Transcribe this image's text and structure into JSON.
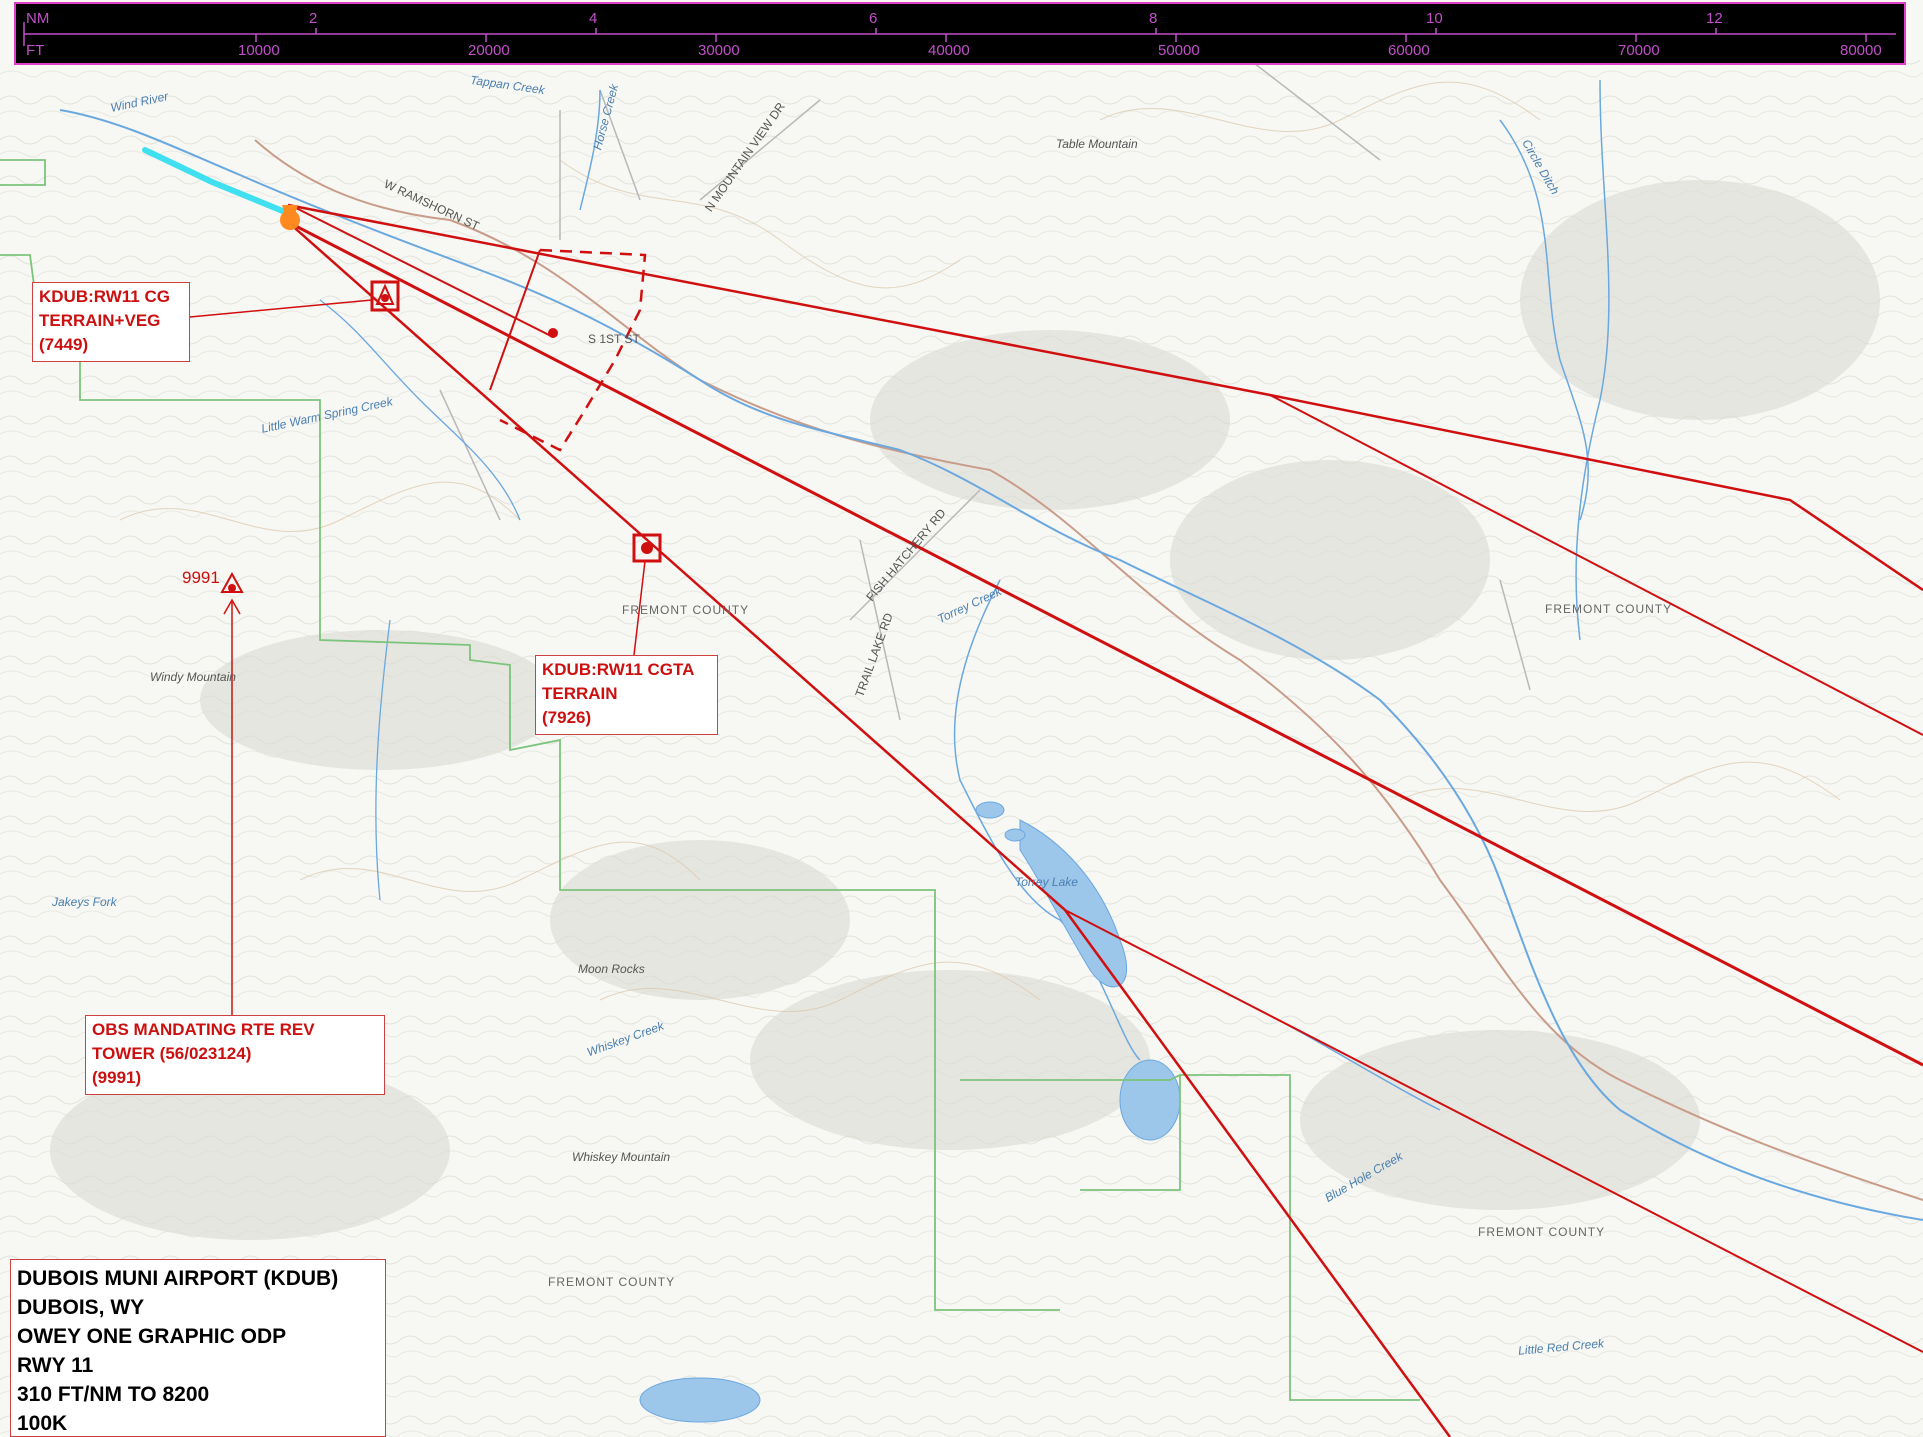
{
  "scale_bar": {
    "nm_unit": "NM",
    "ft_unit": "FT",
    "nm_ticks": [
      "2",
      "4",
      "6",
      "8",
      "10",
      "12"
    ],
    "ft_ticks": [
      "10000",
      "20000",
      "30000",
      "40000",
      "50000",
      "60000",
      "70000",
      "80000"
    ]
  },
  "obstacle_labels": [
    {
      "lines": [
        "KDUB:RW11 CG",
        "TERRAIN+VEG",
        "(7449)"
      ]
    },
    {
      "lines": [
        "KDUB:RW11 CGTA",
        "TERRAIN",
        "(7926)"
      ]
    },
    {
      "lines": [
        "OBS MANDATING RTE REV",
        "TOWER (56/023124)",
        "(9991)"
      ]
    }
  ],
  "spot_elevation": "9991",
  "info_box": {
    "lines": [
      "DUBOIS MUNI AIRPORT (KDUB)",
      "DUBOIS, WY",
      "OWEY ONE GRAPHIC ODP",
      "RWY 11",
      "310 FT/NM TO 8200",
      "100K"
    ]
  },
  "map_labels": {
    "places": [
      "Table Mountain",
      "Windy Mountain",
      "Moon Rocks",
      "Whiskey Mountain",
      "Torrey Lake"
    ],
    "counties": [
      "FREMONT COUNTY",
      "FREMONT COUNTY",
      "FREMONT COUNTY",
      "FREMONT COUNTY"
    ],
    "water": [
      "Wind River",
      "Horse Creek",
      "Torrey Creek",
      "Jakeys Fork",
      "Little Warm Spring Creek",
      "Whiskey Creek",
      "Blue Hole Creek",
      "Little Red Creek",
      "Tappan Creek",
      "Circle Ditch"
    ],
    "roads": [
      "W RAMSHORN ST",
      "S 1ST ST",
      "FISH HATCHERY RD",
      "TRAIL LAKE RD",
      "N MOUNTAIN VIEW DR"
    ]
  },
  "colors": {
    "route": "#d01010",
    "boundary": "#7cc47c",
    "water": "#6aa8e0",
    "scale_frame": "#e040c8",
    "runway": "#40e0f0",
    "airport": "#ff8a20"
  }
}
